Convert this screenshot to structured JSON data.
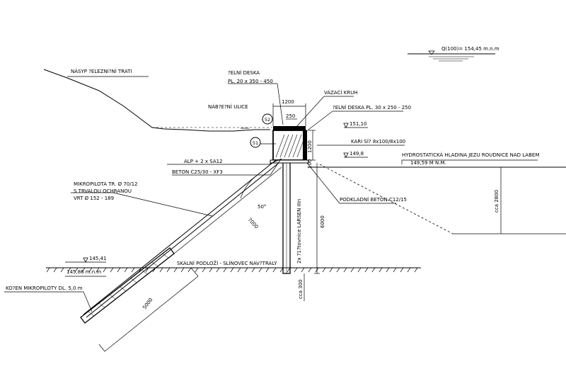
{
  "labels": {
    "embankment": "NÁSYP ?ELEZNI?NÍ TRATI",
    "front_slab_top": "?ELNÍ DESKA",
    "front_slab_top_dims": "PL. 20 x 350 - 450",
    "tie_ring": "VÁZACÍ KRUH",
    "front_slab_right": "?ELNÍ DESKA PL. 30 x 250 - 250",
    "street": "NÁB?E?NÍ ULICE",
    "mesh": "KARI SÍ? 8x100/8x100",
    "alp": "ALP + 2 x SA12",
    "concrete": "BETON C25/30 - XF3",
    "micropile_1": "MIKROPILOTA TR. Ø 70/12",
    "micropile_2": "S TRVALOU OCHRANOU",
    "micropile_3": "VRT Ø 152 - 189",
    "base_concrete": "PODKLADNÍ BETON C12/15",
    "sheet_pile": "2x ?1?tovnice LARSEN IIIn",
    "bedrock": "SKALNÍ PODLOŽÍ - SLÍNOVEC NAV?TRALÝ",
    "root": "KO?EN MIKROPILOTY DL. 5,0 m",
    "flood_level": "Q(100)= 154,45 m.n.m",
    "hydro_1": "HYDROSTATICKÁ HLADINA JEZU ROUDNICE NAD LABEM",
    "hydro_2": "149,59 M N.M."
  },
  "markers": {
    "m1": "51",
    "m2": "52"
  },
  "dimensions": {
    "w1200": "1200",
    "w250": "250",
    "h1200": "1200",
    "h6000": "6000",
    "h100": "100",
    "angle": "50°",
    "len7000": "7000",
    "len5000": "5000",
    "cca2800": "cca 2800",
    "cca300": "cca 300"
  },
  "elevations": {
    "e15110": "151,10",
    "e1498": "149,8",
    "e14541": "145,41",
    "e14586": "145,86 m.n.m"
  }
}
